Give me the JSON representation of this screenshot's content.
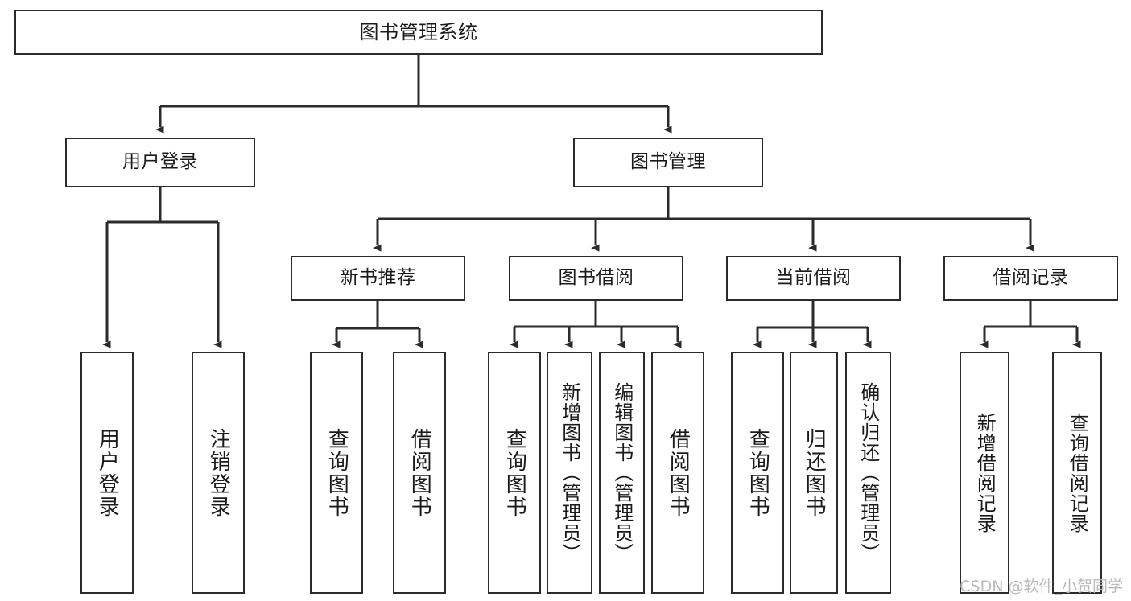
{
  "diagram": {
    "title": "图书管理系统",
    "watermark": "CSDN @软件_小贺同学",
    "edge_color": "#2b2b2b",
    "box_border_color": "#2b2b2b",
    "background_color": "#ffffff",
    "text_color": "#1a1a1a",
    "nodes": {
      "root": {
        "label": "图书管理系统",
        "orientation": "horizontal"
      },
      "user_login": {
        "label": "用户登录",
        "orientation": "horizontal"
      },
      "book_manage": {
        "label": "图书管理",
        "orientation": "horizontal"
      },
      "new_book_rec": {
        "label": "新书推荐",
        "orientation": "horizontal"
      },
      "book_borrow": {
        "label": "图书借阅",
        "orientation": "horizontal"
      },
      "current_borrow": {
        "label": "当前借阅",
        "orientation": "horizontal"
      },
      "borrow_record": {
        "label": "借阅记录",
        "orientation": "horizontal"
      },
      "leaf_user_login": {
        "label": "用户登录",
        "orientation": "vertical"
      },
      "leaf_logout": {
        "label": "注销登录",
        "orientation": "vertical"
      },
      "leaf_query_book_1": {
        "label": "查询图书",
        "orientation": "vertical"
      },
      "leaf_borrow_book_1": {
        "label": "借阅图书",
        "orientation": "vertical"
      },
      "leaf_query_book_2": {
        "label": "查询图书",
        "orientation": "vertical"
      },
      "leaf_add_book_admin": {
        "label": "新增图书（管理员）",
        "orientation": "vertical"
      },
      "leaf_edit_book_admin": {
        "label": "编辑图书（管理员）",
        "orientation": "vertical"
      },
      "leaf_borrow_book_2": {
        "label": "借阅图书",
        "orientation": "vertical"
      },
      "leaf_query_book_3": {
        "label": "查询图书",
        "orientation": "vertical"
      },
      "leaf_return_book": {
        "label": "归还图书",
        "orientation": "vertical"
      },
      "leaf_confirm_return_admin": {
        "label": "确认归还（管理员）",
        "orientation": "vertical"
      },
      "leaf_add_record": {
        "label": "新增借阅记录",
        "orientation": "vertical"
      },
      "leaf_query_record": {
        "label": "查询借阅记录",
        "orientation": "vertical"
      }
    }
  }
}
